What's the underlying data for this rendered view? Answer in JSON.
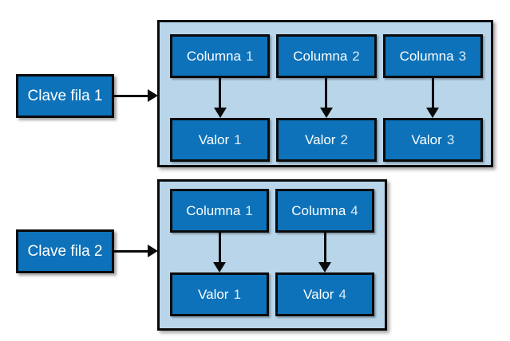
{
  "colors": {
    "box_blue": "#0d72b9",
    "container_blue": "#b8d5ea",
    "border_black": "#0a0a0a",
    "text_white": "#ffffff"
  },
  "diagram": {
    "description_type": "wide-column key-value model",
    "rows": [
      {
        "key": "Clave fila 1",
        "cells": [
          {
            "col_word": "Columna",
            "col_num": "1",
            "val_word": "Valor",
            "val_num": "1"
          },
          {
            "col_word": "Columna",
            "col_num": "2",
            "val_word": "Valor",
            "val_num": "2"
          },
          {
            "col_word": "Columna",
            "col_num": "3",
            "val_word": "Valor",
            "val_num": "3"
          }
        ]
      },
      {
        "key": "Clave fila 2",
        "cells": [
          {
            "col_word": "Columna",
            "col_num": "1",
            "val_word": "Valor",
            "val_num": "1"
          },
          {
            "col_word": "Columna",
            "col_num": "4",
            "val_word": "Valor",
            "val_num": "4"
          }
        ]
      }
    ]
  }
}
